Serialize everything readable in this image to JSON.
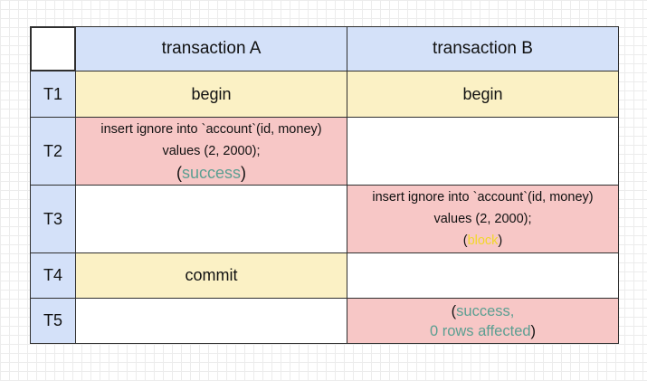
{
  "colors": {
    "header_bg": "#d4e1f9",
    "begin_commit_bg": "#fbf1c5",
    "statement_bg": "#f7c7c6",
    "success_text": "#5c9f92",
    "block_text": "#f2d72a"
  },
  "headers": {
    "col_a": "transaction A",
    "col_b": "transaction B"
  },
  "rows": {
    "t1": {
      "label": "T1",
      "a": "begin",
      "b": "begin"
    },
    "t2": {
      "label": "T2",
      "a": {
        "line1": "insert ignore into `account`(id, money)",
        "line2": "values (2, 2000);",
        "open": "(",
        "status": "success",
        "close": ")"
      }
    },
    "t3": {
      "label": "T3",
      "b": {
        "line1": "insert ignore into `account`(id, money)",
        "line2": "values (2, 2000);",
        "open": "(",
        "status": "block",
        "close": ")"
      }
    },
    "t4": {
      "label": "T4",
      "a": "commit"
    },
    "t5": {
      "label": "T5",
      "b": {
        "open": "(",
        "status_line1": "success,",
        "status_line2": "0 rows affected",
        "close": ")"
      }
    }
  }
}
